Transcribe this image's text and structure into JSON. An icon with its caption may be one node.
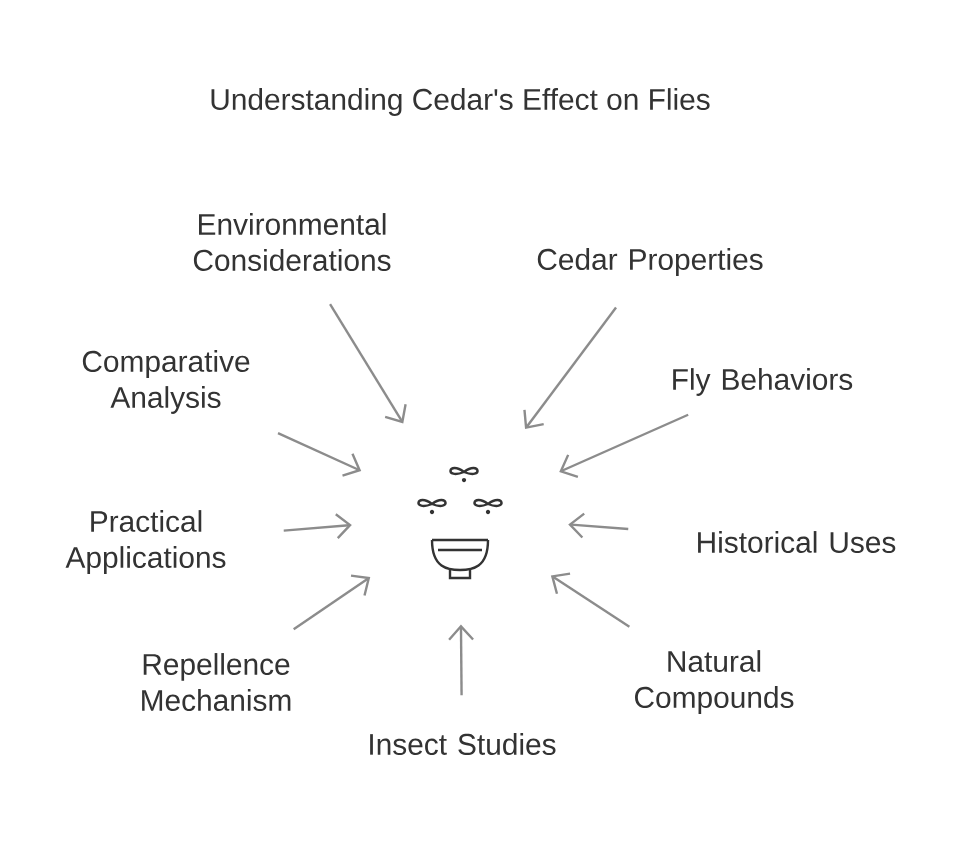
{
  "diagram": {
    "title": "Understanding Cedar's Effect on Flies",
    "nodes": [
      {
        "text": [
          "Environmental Considerations"
        ]
      },
      {
        "text": [
          "Cedar Properties"
        ]
      },
      {
        "text": [
          "Comparative Analysis"
        ]
      },
      {
        "text": [
          "Fly Behaviors"
        ]
      },
      {
        "text": [
          "Practical Applications"
        ]
      },
      {
        "text": [
          "Historical Uses"
        ]
      },
      {
        "text": [
          "Repellence Mechanism"
        ]
      },
      {
        "text": [
          "Insect Studies"
        ]
      },
      {
        "text": [
          "Natural Compounds"
        ]
      },
      {
        "text": [],
        "shape": "picture"
      }
    ],
    "edges": [
      {
        "from": 0,
        "to": 9,
        "arrow": "to"
      },
      {
        "from": 1,
        "to": 9,
        "arrow": "to"
      },
      {
        "from": 2,
        "to": 9,
        "arrow": "to"
      },
      {
        "from": 3,
        "to": 9,
        "arrow": "to"
      },
      {
        "from": 4,
        "to": 9,
        "arrow": "to"
      },
      {
        "from": 5,
        "to": 9,
        "arrow": "to"
      },
      {
        "from": 6,
        "to": 9,
        "arrow": "to"
      },
      {
        "from": 7,
        "to": 9,
        "arrow": "to"
      },
      {
        "from": 8,
        "to": 9,
        "arrow": "to"
      }
    ]
  }
}
